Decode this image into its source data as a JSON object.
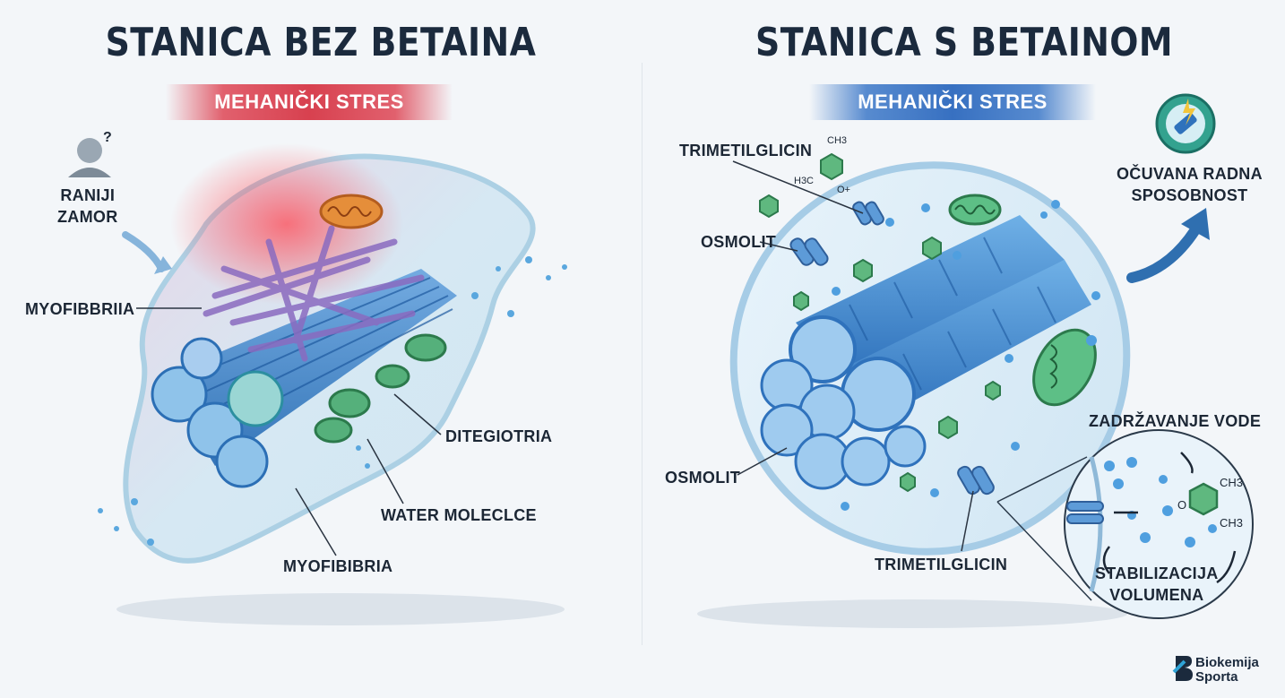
{
  "left": {
    "title": "STANICA BEZ BETAINA",
    "stress_label": "MEHANIČKI STRES",
    "fatigue_line1": "RANIJI",
    "fatigue_line2": "ZAMOR",
    "labels": {
      "myofibril_top": "MYOFIBBRIIA",
      "mitochondria": "DITEGIOTRIA",
      "water": "WATER MOLECLCE",
      "myofibril_bottom": "MYOFIBIBRIA"
    }
  },
  "right": {
    "title": "STANICA S BETAINOM",
    "stress_label": "MEHANIČKI STRES",
    "labels": {
      "trimethylglycine_top": "TRIMETILGLICIN",
      "osmolyte_top": "OSMOLIT",
      "osmolyte_bottom": "OSMOLIT",
      "trimethylglycine_bottom": "TRIMETILGLICIN",
      "capacity_line1": "OČUVANA RADNA",
      "capacity_line2": "SPOSOBNOST",
      "water_retention": "ZADRŽAVANJE VODE",
      "stabilization_line1": "STABILIZACIJA",
      "stabilization_line2": "VOLUMENA"
    },
    "chem": {
      "ch3": "CH3",
      "h3c": "H3C",
      "o": "O",
      "o_plus": "O+"
    }
  },
  "brand": {
    "line1": "Biokemija",
    "line2": "Sporta"
  },
  "colors": {
    "stress_red": "#d93846",
    "stress_blue": "#2f6fc0",
    "fiber_blue": "#3b86c9",
    "fiber_purple": "#8a6bc0",
    "mito_green": "#3aa86a",
    "cell_fill": "#dcedf6",
    "title_navy": "#1b2a3d"
  }
}
